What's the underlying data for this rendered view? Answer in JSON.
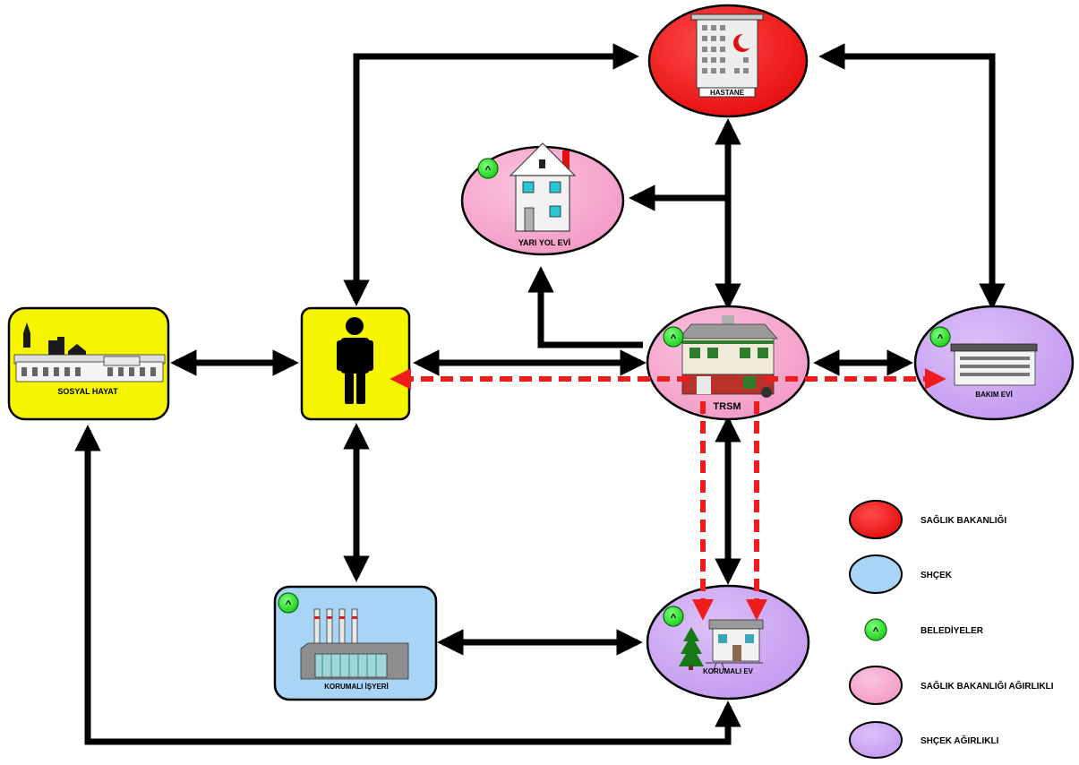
{
  "nodes": {
    "hastane": "HASTANE",
    "yari_yol_evi": "YARI YOL EVİ",
    "sosyal_hayat": "SOSYAL HAYAT",
    "trsm": "TRSM",
    "bakim_evi": "BAKIM EVİ",
    "korumali_isyeri": "KORUMALI İŞYERİ",
    "korumali_ev": "KORUMALI EV",
    "belediye_badge": "^"
  },
  "legend": [
    {
      "label": "SAĞLIK BAKANLIĞI",
      "color": "#ee1c1c"
    },
    {
      "label": "SHÇEK",
      "color": "#a8d4f5"
    },
    {
      "label": "BELEDİYELER",
      "color": "#22dd22"
    },
    {
      "label": "SAĞLIK BAKANLIĞI AĞIRLIKLI",
      "color": "#f6a3cc"
    },
    {
      "label": "SHÇEK AĞIRLIKLI",
      "color": "#c9a3f2"
    }
  ],
  "colors": {
    "person_box": "#f5f500",
    "arrow": "#000000",
    "dashed_arrow": "#ee1c1c"
  }
}
